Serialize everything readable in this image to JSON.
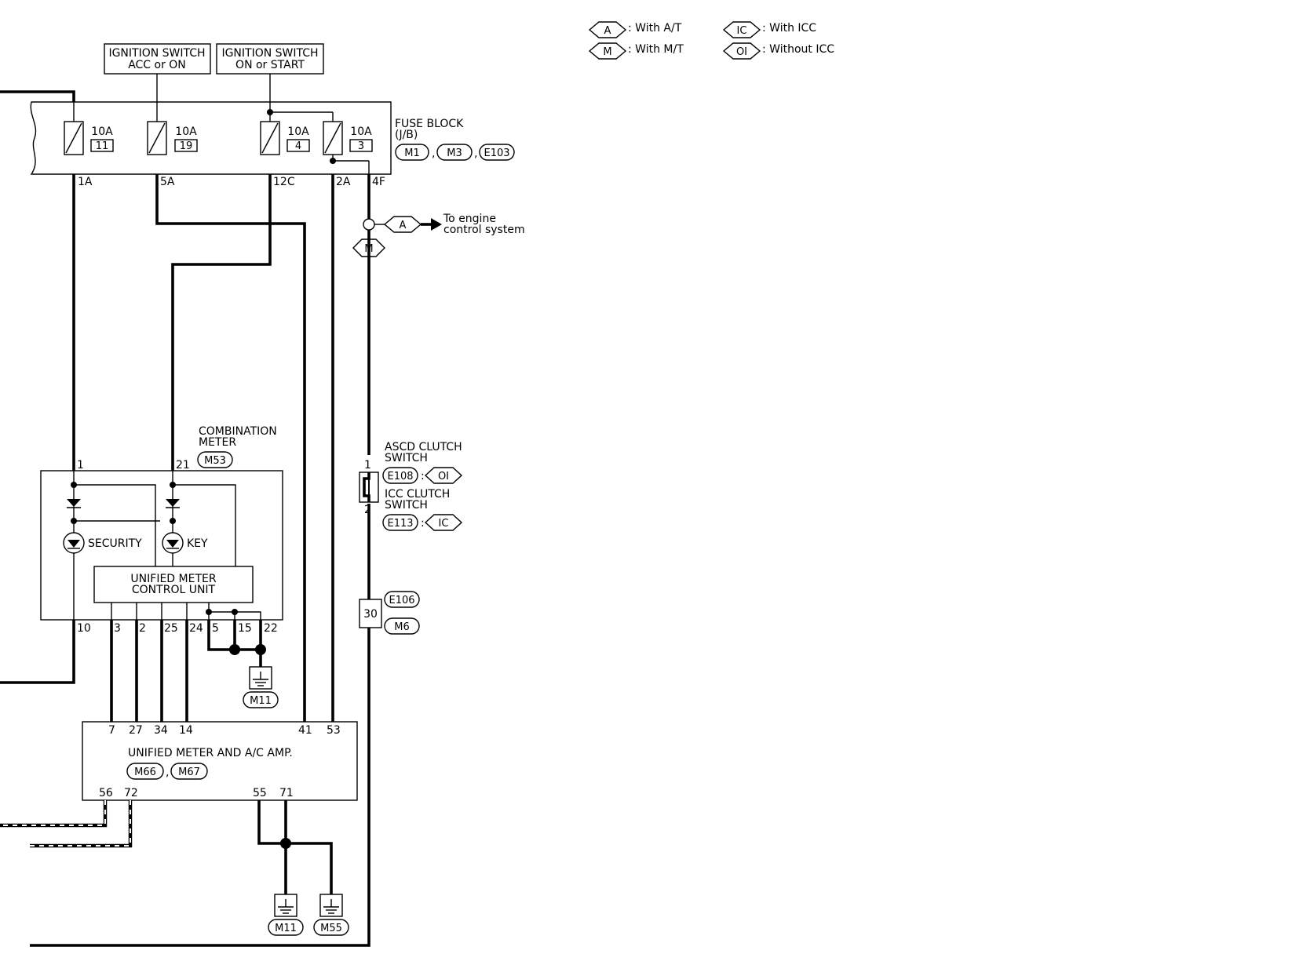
{
  "legend": [
    {
      "code": "A",
      "text": ": With A/T"
    },
    {
      "code": "M",
      "text": ": With M/T"
    },
    {
      "code": "IC",
      "text": ": With ICC"
    },
    {
      "code": "OI",
      "text": ": Without ICC"
    }
  ],
  "ignition_acc": {
    "line1": "IGNITION SWITCH",
    "line2": "ACC or ON"
  },
  "ignition_start": {
    "line1": "IGNITION SWITCH",
    "line2": "ON or START"
  },
  "fuse_block": {
    "title1": "FUSE BLOCK",
    "title2": "(J/B)",
    "connectors": [
      "M1",
      "M3",
      "E103"
    ],
    "sep": ",",
    "fuses": [
      {
        "amp": "10A",
        "num": "11",
        "pin": "1A"
      },
      {
        "amp": "10A",
        "num": "19",
        "pin": "5A"
      },
      {
        "amp": "10A",
        "num": "4",
        "pin": "12C"
      },
      {
        "amp": "10A",
        "num": "3",
        "pin": "2A"
      }
    ],
    "extra_pin": "4F"
  },
  "engine_branch": {
    "code_at": "A",
    "code_mt": "M",
    "text1": "To engine",
    "text2": "control system"
  },
  "combination_meter": {
    "title1": "COMBINATION",
    "title2": "METER",
    "connector": "M53",
    "pins_top": [
      "1",
      "21"
    ],
    "pins_bottom": [
      "10",
      "3",
      "2",
      "25",
      "24",
      "5",
      "15",
      "22"
    ],
    "lamp_security": "SECURITY",
    "lamp_key": "KEY",
    "unit1": "UNIFIED METER",
    "unit2": "CONTROL UNIT"
  },
  "ground_meter": {
    "connector": "M11"
  },
  "clutch": {
    "ascd1": "ASCD CLUTCH",
    "ascd2": "SWITCH",
    "ascd_conn": "E108",
    "ascd_code": "OI",
    "icc1": "ICC CLUTCH",
    "icc2": "SWITCH",
    "icc_conn": "E113",
    "icc_code": "IC",
    "colon": ":",
    "pin1": "1",
    "pin2": "2"
  },
  "joint": {
    "pin": "30",
    "conn1": "E106",
    "conn2": "M6"
  },
  "amp": {
    "title": "UNIFIED METER AND A/C AMP.",
    "connectors": [
      "M66",
      "M67"
    ],
    "sep": ",",
    "pins_top": [
      "7",
      "27",
      "34",
      "14",
      "41",
      "53"
    ],
    "pins_bottom": [
      "56",
      "72",
      "55",
      "71"
    ]
  },
  "grounds_amp": [
    "M11",
    "M55"
  ]
}
